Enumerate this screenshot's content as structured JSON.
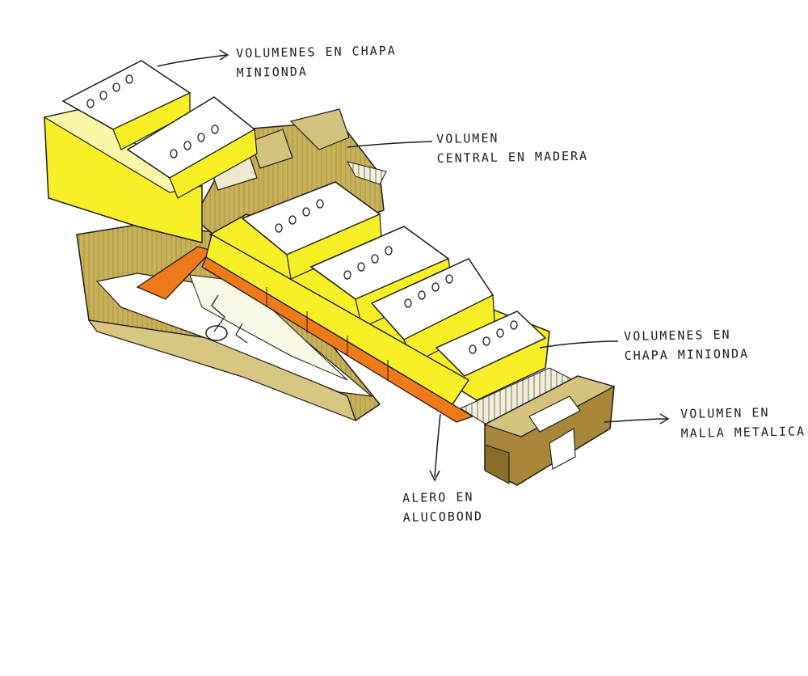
{
  "colors": {
    "yellow": "#f7f027",
    "yellow_light": "#faf7a6",
    "yellow_shade": "#e3d62e",
    "wood": "#c8b158",
    "wood_dark": "#a78f3e",
    "khaki": "#d3c37e",
    "bronze": "#a8873a",
    "bronze_dark": "#8a6d2a",
    "orange": "#f07a1a",
    "orange_dark": "#d9620f",
    "ink": "#1e1c18"
  },
  "labels": {
    "top": {
      "line1": "VOLUMENES EN CHAPA",
      "line2": "MINIONDA"
    },
    "central": {
      "line1": "VOLUMEN",
      "line2": "CENTRAL EN MADERA"
    },
    "right": {
      "line1": "VOLUMENES EN",
      "line2": "CHAPA MINIONDA"
    },
    "mesh": {
      "line1": "VOLUMEN EN",
      "line2": "MALLA METALICA"
    },
    "alucobond": {
      "line1": "ALERO EN",
      "line2": "ALUCOBOND"
    }
  }
}
